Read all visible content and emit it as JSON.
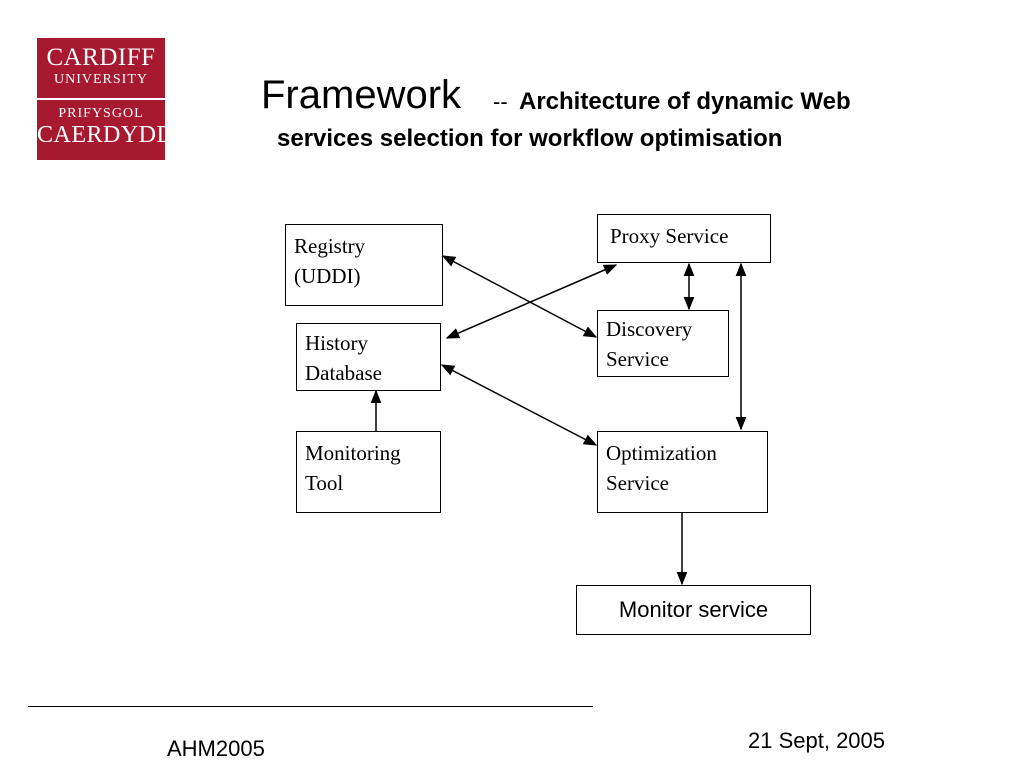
{
  "logo": {
    "line1": "CARDIFF",
    "line2": "UNIVERSITY",
    "line3": "PRIFYSGOL",
    "line4": "CAERDYDD",
    "color": "#a6192e"
  },
  "title": {
    "main": "Framework",
    "separator": "--",
    "subtitle_line1": "Architecture of dynamic Web",
    "subtitle_line2": "services selection for workflow optimisation"
  },
  "diagram": {
    "registry": {
      "line1": "Registry",
      "line2": "(UDDI)"
    },
    "history": {
      "line1": "History",
      "line2": "Database"
    },
    "monitoring_tool": {
      "line1": "Monitoring",
      "line2": "Tool"
    },
    "proxy": {
      "line1": "Proxy Service"
    },
    "discovery": {
      "line1": "Discovery",
      "line2": "Service"
    },
    "optimization": {
      "line1": "Optimization",
      "line2": "Service"
    },
    "monitor_service": {
      "line1": "Monitor service"
    }
  },
  "footer": {
    "left": "AHM2005",
    "right": "21 Sept, 2005"
  }
}
